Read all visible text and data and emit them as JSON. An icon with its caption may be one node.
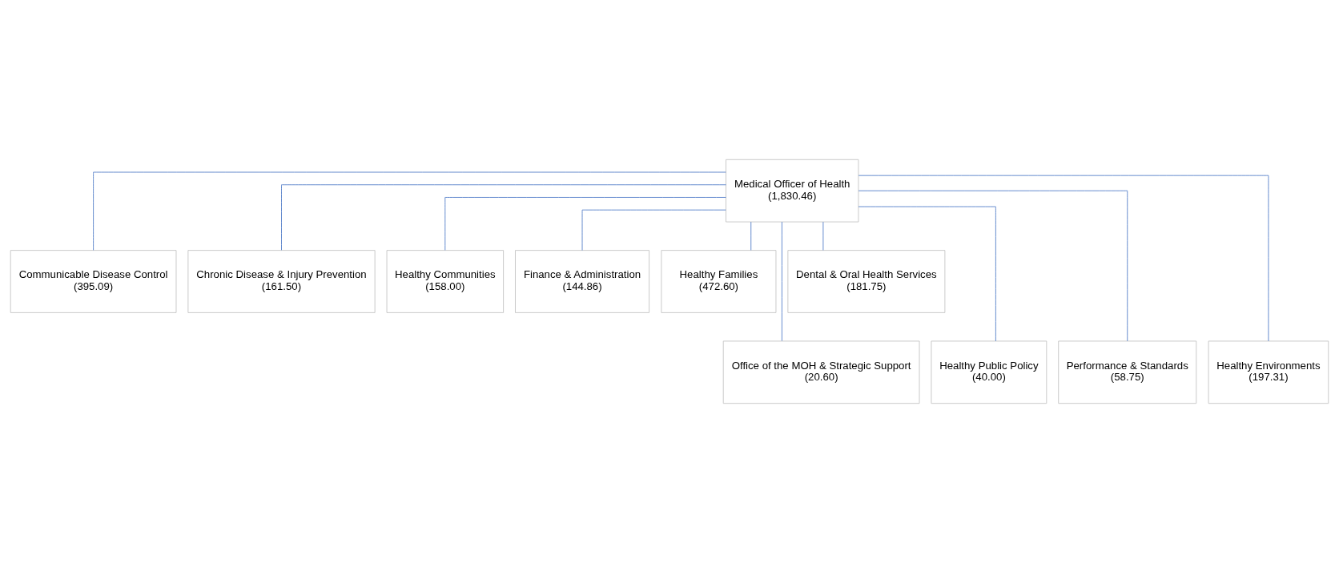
{
  "diagram": {
    "nodes": [
      {
        "text": [
          "Medical Officer of Health",
          "(1,830.46)"
        ]
      },
      {
        "text": [
          "Communicable Disease Control",
          "(395.09)"
        ]
      },
      {
        "text": [
          "Chronic Disease & Injury Prevention",
          "(161.50)"
        ]
      },
      {
        "text": [
          "Healthy Communities",
          "(158.00)"
        ]
      },
      {
        "text": [
          "Finance & Administration",
          "(144.86)"
        ]
      },
      {
        "text": [
          "Healthy Families",
          "(472.60)"
        ]
      },
      {
        "text": [
          "Dental & Oral Health Services",
          "(181.75)"
        ]
      },
      {
        "text": [
          "Office of the MOH & Strategic Support",
          "(20.60)"
        ]
      },
      {
        "text": [
          "Healthy Public Policy",
          "(40.00)"
        ]
      },
      {
        "text": [
          "Performance & Standards",
          "(58.75)"
        ]
      },
      {
        "text": [
          "Healthy Environments",
          "(197.31)"
        ]
      }
    ],
    "edges": [
      {
        "from": 0,
        "to": 1,
        "arrow": "none"
      },
      {
        "from": 0,
        "to": 7,
        "arrow": "none"
      },
      {
        "from": 0,
        "to": 2,
        "arrow": "none"
      },
      {
        "from": 0,
        "to": 8,
        "arrow": "none"
      },
      {
        "from": 0,
        "to": 3,
        "arrow": "none"
      },
      {
        "from": 0,
        "to": 9,
        "arrow": "none"
      },
      {
        "from": 0,
        "to": 4,
        "arrow": "none"
      },
      {
        "from": 0,
        "to": 10,
        "arrow": "none"
      },
      {
        "from": 0,
        "to": 5,
        "arrow": "none"
      },
      {
        "from": 0,
        "to": 6,
        "arrow": "none"
      }
    ]
  }
}
